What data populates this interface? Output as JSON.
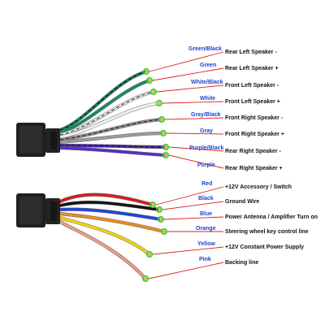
{
  "colors": {
    "label_blue": "#1c3fd1",
    "leader_red": "#e02020",
    "marker_green": "#39d23a",
    "connector": "#1f1f1f"
  },
  "upper_harness": {
    "wires": [
      {
        "color_label": "Green/Black",
        "function": "Rear Left Speaker -",
        "insulation": "#14815c",
        "stripe": "#0b0b0b"
      },
      {
        "color_label": "Green",
        "function": "Rear Left Speaker +",
        "insulation": "#1a8a5f",
        "stripe": ""
      },
      {
        "color_label": "White/Black",
        "function": "Front Left Speaker -",
        "insulation": "#e6e6e6",
        "stripe": "#2a2a2a"
      },
      {
        "color_label": "White",
        "function": "Front Left Speaker +",
        "insulation": "#f0f0f0",
        "stripe": ""
      },
      {
        "color_label": "Gray/Black",
        "function": "Front Right Speaker -",
        "insulation": "#8e8e8e",
        "stripe": "#1a1a1a"
      },
      {
        "color_label": "Gray",
        "function": "Front Right Speaker +",
        "insulation": "#9a9a9a",
        "stripe": ""
      },
      {
        "color_label": "Purple/Black",
        "function": "Rear Right Speaker -",
        "insulation": "#4a2bb0",
        "stripe": "#101010"
      },
      {
        "color_label": "Purple",
        "function": "Rear Right Speaker +",
        "insulation": "#5531c4",
        "stripe": ""
      }
    ]
  },
  "lower_harness": {
    "wires": [
      {
        "color_label": "Red",
        "function": "+12V  Accessory / Switch",
        "insulation": "#d61e1e"
      },
      {
        "color_label": "Black",
        "function": "Ground Wire",
        "insulation": "#151515"
      },
      {
        "color_label": "Blue",
        "function": "Power Antenna / Amplifier Turn on",
        "insulation": "#2146d6"
      },
      {
        "color_label": "Orange",
        "function": "Steering wheel key control line",
        "insulation": "#e98a23"
      },
      {
        "color_label": "Yellow",
        "function": "+12V Constant Power Supply",
        "insulation": "#f0d20c"
      },
      {
        "color_label": "Pink",
        "function": "Backing line",
        "insulation": "#ee9a86"
      }
    ]
  }
}
